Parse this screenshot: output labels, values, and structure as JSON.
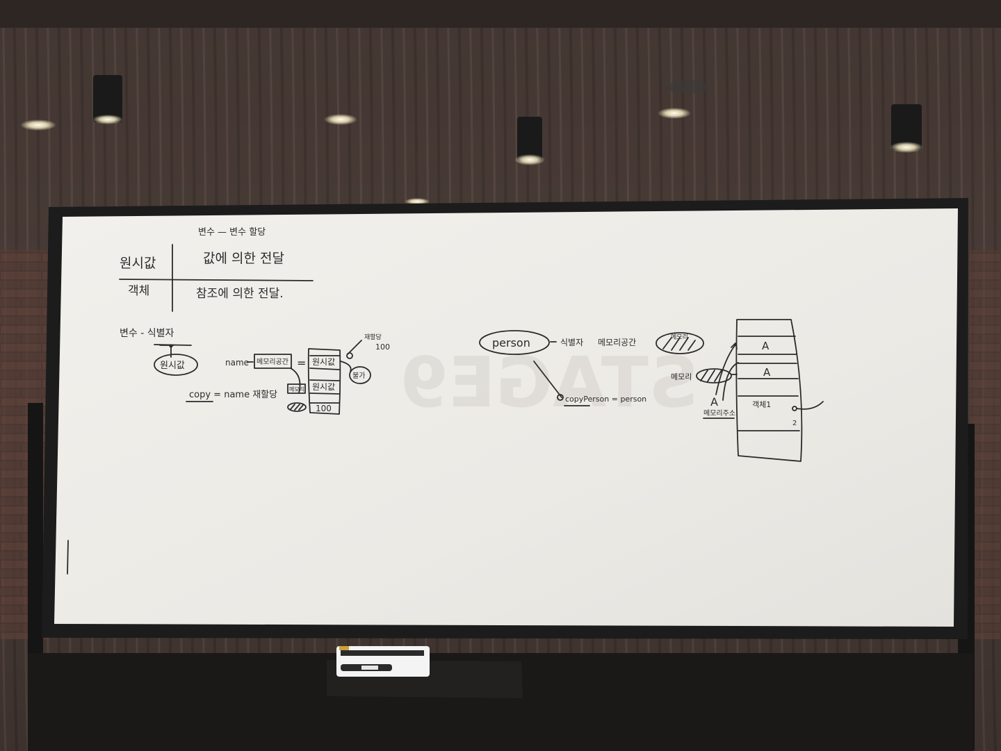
{
  "colors": {
    "wall": "#2a2420",
    "curtain": "#5a4a44",
    "board": "#eeece8",
    "frame": "#1c1c1c",
    "ink": "#2b2b2b",
    "light": "#fffbe8"
  },
  "whiteboard": {
    "table": {
      "header": "변수 — 변수 할당",
      "row1_left": "원시값",
      "row1_right": "값에 의한 전달",
      "row2_left": "객체",
      "row2_right": "참조에 의한 전달."
    },
    "left_diagram": {
      "title": "변수 - 식별자",
      "bubble": "원시값",
      "name_label": "name",
      "memory_box": "메모리공간",
      "equals": "=",
      "cell1": "원시값",
      "cell2": "원시값",
      "cell3": "100",
      "reassign_note": "재할당",
      "reassign_value": "100",
      "circle_note": "불가",
      "copy_line": "copy = name 재할당",
      "memory_tag": "메모리"
    },
    "right_diagram": {
      "person": "person",
      "identifier": "식별자",
      "memory_space": "메모리공간",
      "copy_expr": "copyPerson = person",
      "memory_label": "메모리",
      "address_label": "메모리주소",
      "address_A": "A",
      "cell_A1": "A",
      "cell_A2": "A",
      "object_label": "객체1",
      "object_num": "2"
    },
    "reflection": "STAGE9"
  }
}
